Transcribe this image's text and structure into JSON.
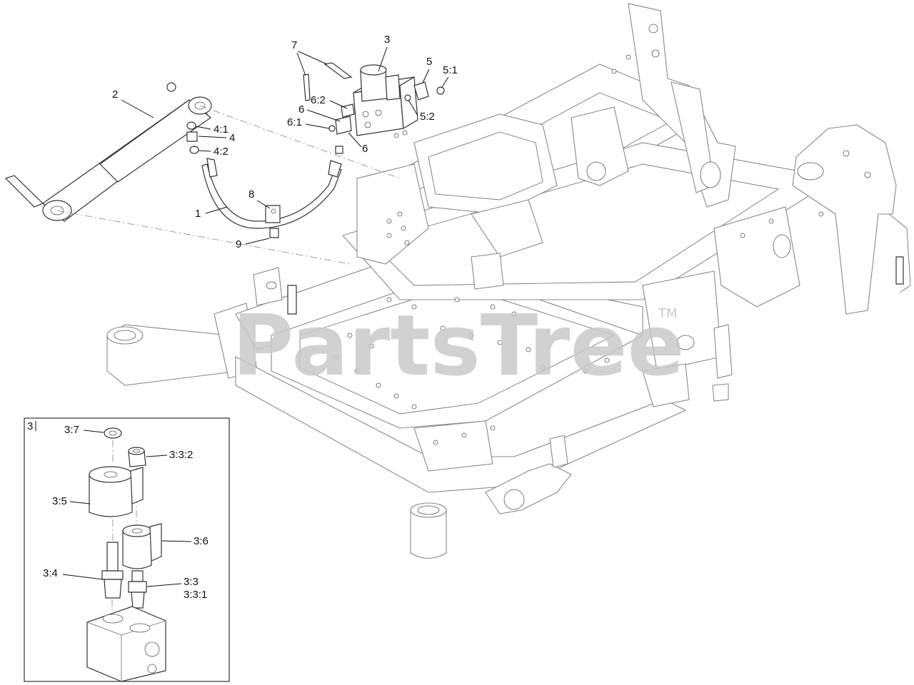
{
  "watermark": {
    "text": "PartsTree",
    "tm": "TM"
  },
  "callouts": {
    "c1": "1",
    "c2": "2",
    "c3": "3",
    "c4": "4",
    "c4_1": "4:1",
    "c4_2": "4:2",
    "c5": "5",
    "c5_1": "5:1",
    "c5_2": "5:2",
    "c6a": "6",
    "c6b": "6",
    "c6_1": "6:1",
    "c6_2": "6:2",
    "c7": "7",
    "c8": "8",
    "c9": "9"
  },
  "inset": {
    "tag": "3",
    "callouts": {
      "c3_7": "3:7",
      "c3_3_2": "3:3:2",
      "c3_5": "3:5",
      "c3_6": "3:6",
      "c3_4": "3:4",
      "c3_3": "3:3",
      "c3_3_1": "3:3:1"
    }
  }
}
